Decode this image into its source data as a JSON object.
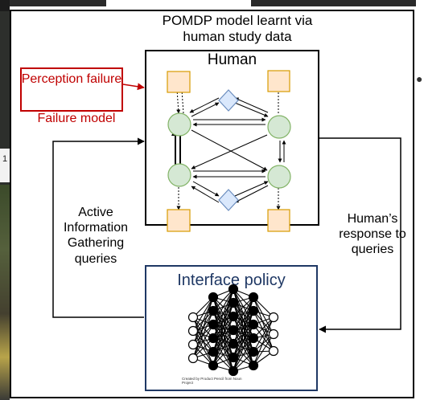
{
  "diagram": {
    "title": "POMDP model learnt via human study data",
    "human_label": "Human",
    "perception_label": "Perception failure",
    "failure_model_label": "Failure model",
    "left_edge_label": "Active Information Gathering queries",
    "right_edge_label": "Human’s response to queries",
    "policy_label": "Interface policy",
    "credit_text": "Created by Product Pencil from Noun Project",
    "background_fragment": "1"
  },
  "colors": {
    "state_node": "#d5e8d4",
    "state_border": "#82b366",
    "observation_node": "#ffe6cc",
    "observation_border": "#d79b00",
    "action_node": "#dae8fc",
    "action_border": "#6c8ebf",
    "failure": "#c00000",
    "policy": "#1f3864"
  },
  "icons": [
    "neural-network-icon"
  ]
}
